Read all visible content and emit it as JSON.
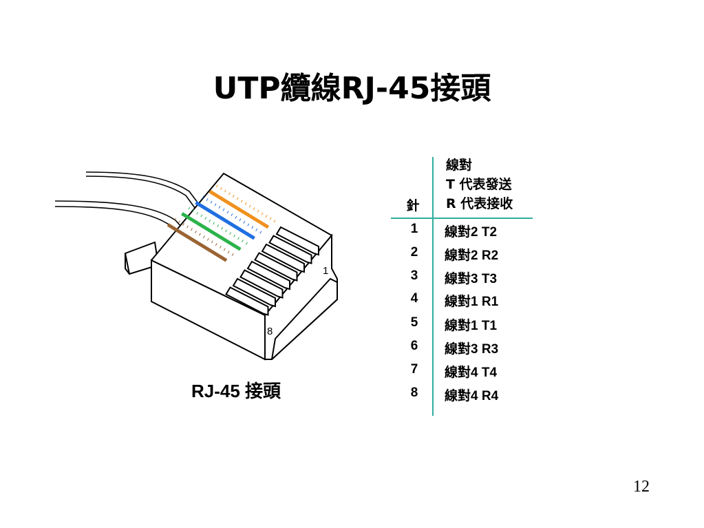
{
  "slide": {
    "title": "UTP纜線RJ-45接頭",
    "caption": "RJ-45 接頭",
    "page_number": "12"
  },
  "connector": {
    "pin_label_first": "1",
    "pin_label_last": "8",
    "wire_colors": [
      "#f0901e",
      "#1f6fe0",
      "#2cb34a",
      "#9a6433"
    ]
  },
  "table": {
    "header_pin": "針",
    "header_pair_lines": [
      "線對",
      "T 代表發送",
      "R 代表接收"
    ],
    "rows": [
      {
        "pin": "1",
        "pair": "線對2 T2"
      },
      {
        "pin": "2",
        "pair": "線對2 R2"
      },
      {
        "pin": "3",
        "pair": "線對3 T3"
      },
      {
        "pin": "4",
        "pair": "線對1 R1"
      },
      {
        "pin": "5",
        "pair": "線對1 T1"
      },
      {
        "pin": "6",
        "pair": "線對3 R3"
      },
      {
        "pin": "7",
        "pair": "線對4 T4"
      },
      {
        "pin": "8",
        "pair": "線對4 R4"
      }
    ],
    "line_color": "#2fae9c"
  }
}
